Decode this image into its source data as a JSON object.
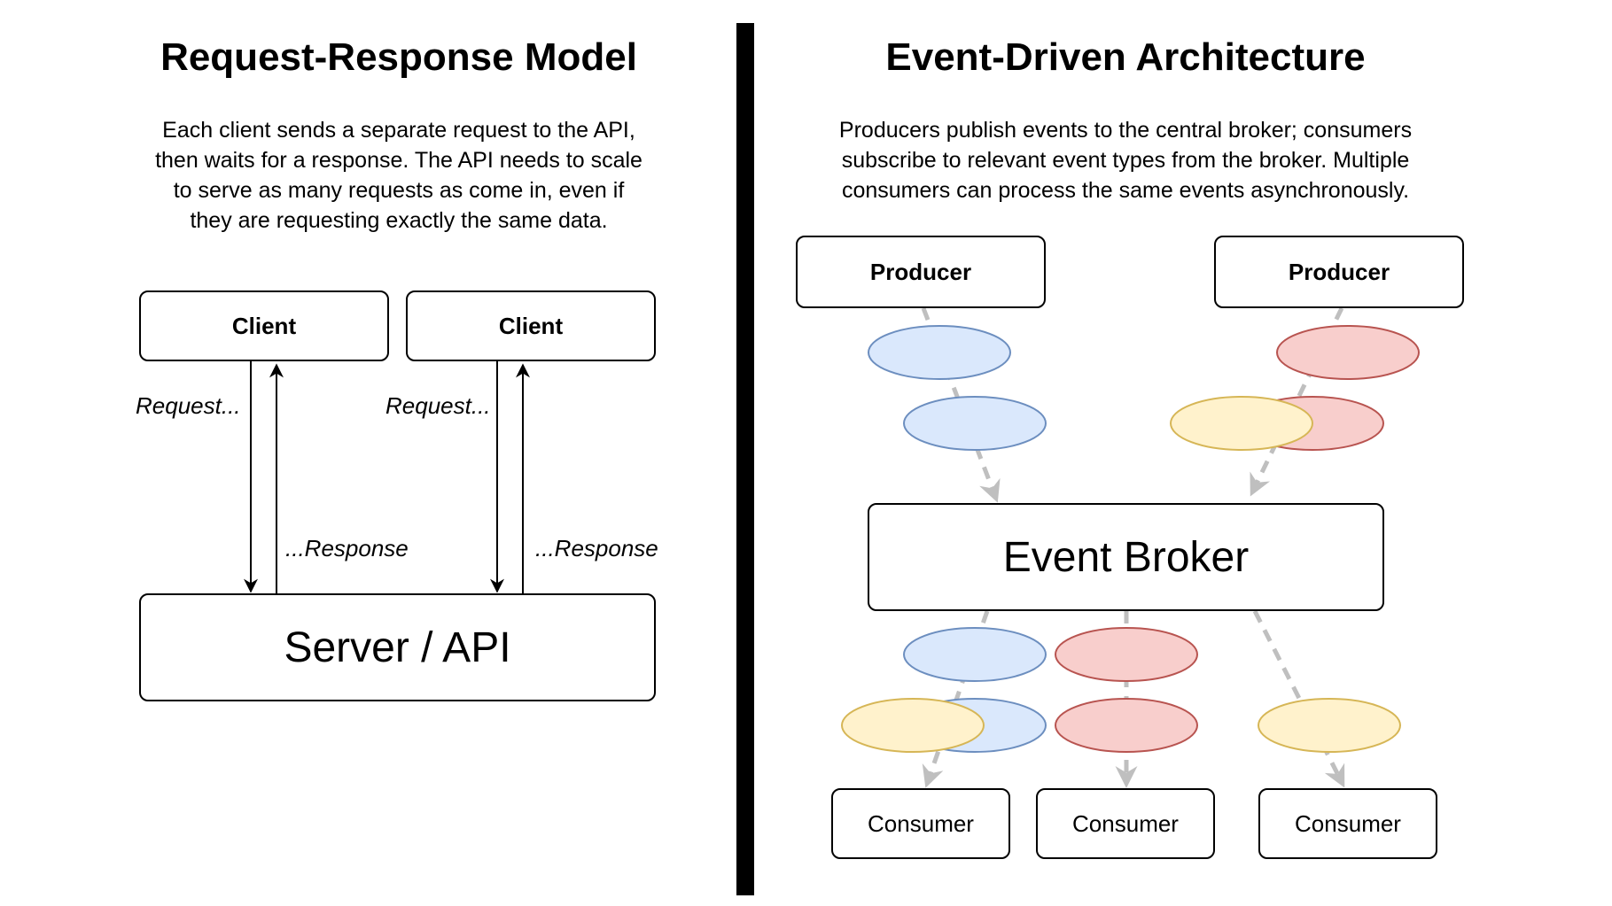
{
  "left": {
    "title": "Request-Response Model",
    "description_lines": [
      "Each client sends a separate request to the API,",
      "then waits for a response. The API needs to scale",
      "to serve as many requests as come in, even if",
      "they are requesting exactly the same data."
    ],
    "client_label": "Client",
    "server_label": "Server / API",
    "request_label": "Request...",
    "response_label": "...Response"
  },
  "right": {
    "title": "Event-Driven Architecture",
    "description_lines": [
      "Producers publish events to the central broker; consumers",
      "subscribe to relevant event types from the broker. Multiple",
      "consumers can process the same events asynchronously."
    ],
    "producer_label": "Producer",
    "broker_label": "Event Broker",
    "consumer_label": "Consumer"
  },
  "colors": {
    "blue_fill": "#dae8fc",
    "blue_stroke": "#6c8ebf",
    "red_fill": "#f8cecc",
    "red_stroke": "#b85450",
    "yellow_fill": "#fff2cc",
    "yellow_stroke": "#d6b656",
    "dashed_arrow": "#bfbfbf"
  }
}
